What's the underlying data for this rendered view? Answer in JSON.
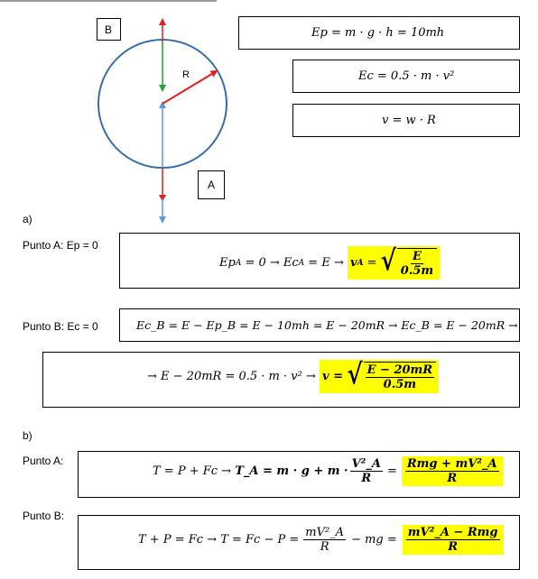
{
  "diagram": {
    "point_b_label": "B",
    "point_a_label": "A",
    "radius_label": "R",
    "colors": {
      "circle": "#3a6ea5",
      "up_arrow": "#e02020",
      "down_arrow": "#e02020",
      "green_arrow": "#22a030",
      "blue_arrow": "#5b9bd5",
      "radius_arrow": "#e02020"
    }
  },
  "formulas": {
    "ep": "Ep = m · g · h = 10mh",
    "ec": "Ec = 0.5 · m · v²",
    "v": "v = w · R"
  },
  "section_a": {
    "label": "a)",
    "punto_a_label": "Punto A: Ep = 0",
    "punto_a_eq_lhs": "Ep",
    "punto_a_eq_sub": "A",
    "punto_a_eq_rest": " = 0 → Ec",
    "punto_a_eq_sub2": "A",
    "punto_a_eq_mid": " = E → ",
    "punto_a_eq_hl": "v",
    "punto_a_eq_hl_sub": "A",
    "punto_a_eq_hl_eq": " = ",
    "punto_a_num": "E",
    "punto_a_den": "0.5m",
    "punto_b_label": "Punto B: Ec = 0",
    "punto_b_eq": "Ec_B = E − Ep_B = E − 10mh = E − 20mR → Ec_B = E − 20mR →",
    "punto_b_eq2_plain": "→ E − 20mR = 0.5 · m · v² → ",
    "punto_b_eq2_hl": "v = ",
    "punto_b_num": "E − 20mR",
    "punto_b_den": "0.5m"
  },
  "section_b": {
    "label": "b)",
    "punto_a_label": "Punto A:",
    "punto_a_eq_plain": "T = P + Fc → ",
    "punto_a_eq_bold": "T_A = m · g + m ·",
    "punto_a_frac_num": "V²_A",
    "punto_a_frac_den": "R",
    "punto_a_eq_equals": "=",
    "punto_a_hl_num": "Rmg + mV²_A",
    "punto_a_hl_den": "R",
    "punto_b_label": "Punto B:",
    "punto_b_eq_plain": "T + P = Fc → T = Fc − P =",
    "punto_b_frac_num": "mV²_A",
    "punto_b_frac_den": "R",
    "punto_b_eq_mid": "− mg =",
    "punto_b_hl_num": "mV²_A − Rmg",
    "punto_b_hl_den": "R"
  }
}
